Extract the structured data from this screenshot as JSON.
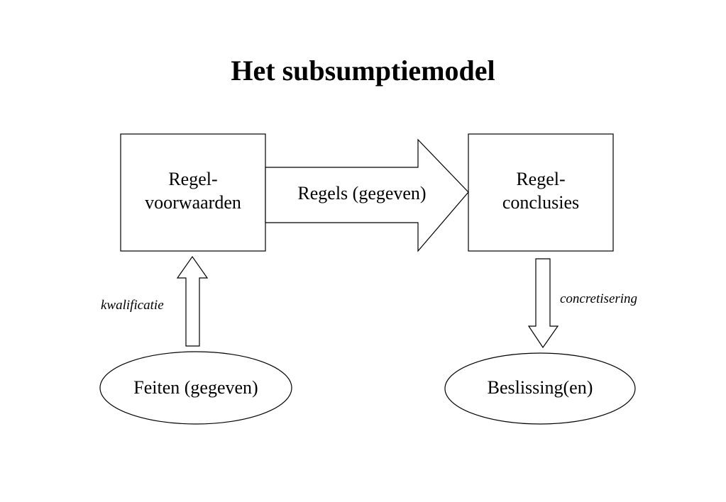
{
  "title": "Het subsumptiemodel",
  "nodes": {
    "conditions": {
      "line1": "Regel-",
      "line2": "voorwaarden"
    },
    "conclusions": {
      "line1": "Regel-",
      "line2": "conclusies"
    },
    "facts": {
      "label": "Feiten (gegeven)"
    },
    "decisions": {
      "label": "Beslissing(en)"
    }
  },
  "edges": {
    "rules": {
      "label": "Regels (gegeven)"
    },
    "qualification": {
      "label": "kwalificatie"
    },
    "concretization": {
      "label": "concretisering"
    }
  }
}
